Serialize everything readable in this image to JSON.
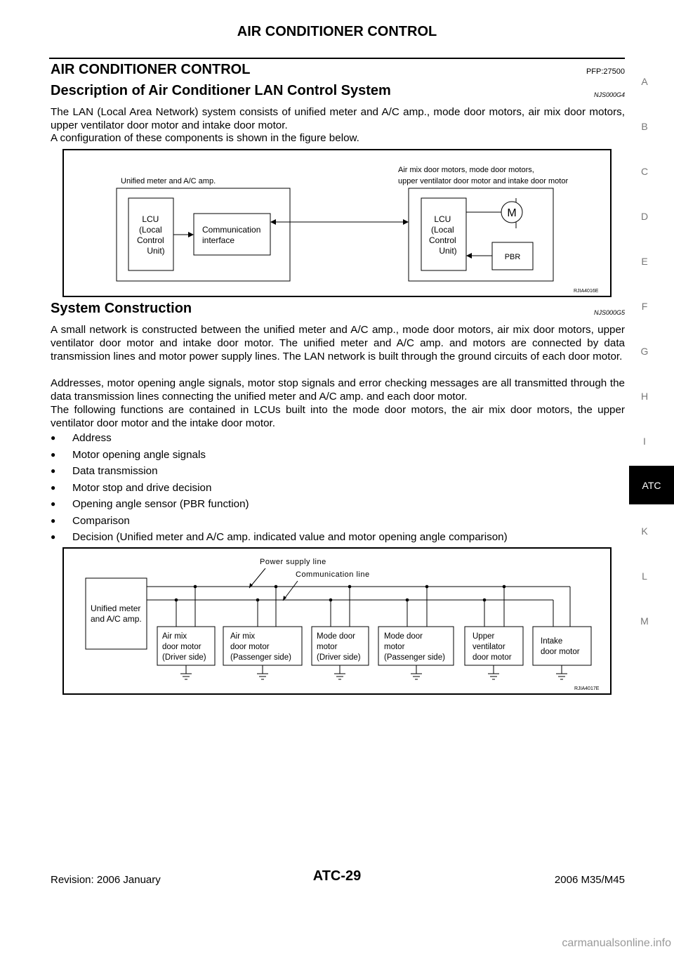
{
  "header": {
    "title": "AIR CONDITIONER CONTROL"
  },
  "section": {
    "title": "AIR CONDITIONER CONTROL",
    "code": "PFP:27500"
  },
  "description": {
    "title": "Description of Air Conditioner LAN Control System",
    "code": "NJS000G4",
    "paragraphs": [
      "The LAN (Local Area Network) system consists of unified meter and A/C amp., mode door motors, air mix door motors, upper ventilator door motor and intake door motor.",
      "A configuration of these components is shown in the figure below."
    ]
  },
  "figure1": {
    "unit_label": "Unified meter and A/C amp.",
    "motors_label_line1": "Air mix door motors, mode door motors,",
    "motors_label_line2": "upper ventilator door motor and intake door motor",
    "lcu_lines": [
      "LCU",
      "(Local",
      "Control",
      "Unit)"
    ],
    "comm_lines": [
      "Communication",
      "interface"
    ],
    "motor_symbol": "M",
    "pbr_label": "PBR",
    "code": "RJIA4016E"
  },
  "construction": {
    "title": "System Construction",
    "code": "NJS000G5",
    "paragraphs": [
      "A small network is constructed between the unified meter and A/C amp., mode door motors, air mix door motors, upper ventilator door motor and intake door motor. The unified meter and A/C amp. and motors are connected by data transmission lines and motor power supply lines. The LAN network is built through the ground circuits of each door motor.",
      "Addresses, motor opening angle signals, motor stop signals and error checking messages are all transmitted through the data transmission lines connecting the unified meter and A/C amp. and each door motor.",
      "The following functions are contained in LCUs built into the mode door motors, the air mix door motors, the upper ventilator door motor and the intake door motor."
    ],
    "bullets": [
      "Address",
      "Motor opening angle signals",
      "Data transmission",
      "Motor stop and drive decision",
      "Opening angle sensor (PBR function)",
      "Comparison",
      "Decision (Unified meter and A/C amp. indicated value and motor opening angle comparison)"
    ]
  },
  "figure2": {
    "power_label": "Power supply line",
    "comm_label": "Communication line",
    "unit_lines": [
      "Unified meter",
      "and A/C amp."
    ],
    "motors": [
      [
        "Air mix",
        "door motor",
        "(Driver side)"
      ],
      [
        "Air mix",
        "door motor",
        "(Passenger side)"
      ],
      [
        "Mode door",
        "motor",
        "(Driver side)"
      ],
      [
        "Mode door",
        "motor",
        "(Passenger side)"
      ],
      [
        "Upper",
        "ventilator",
        "door motor"
      ],
      [
        "Intake",
        "door motor"
      ]
    ],
    "code": "RJIA4017E"
  },
  "side_tabs": [
    "A",
    "B",
    "C",
    "D",
    "E",
    "F",
    "G",
    "H",
    "I",
    "K",
    "L",
    "M"
  ],
  "side_active": "ATC",
  "footer": {
    "revision": "Revision: 2006 January",
    "page": "ATC-29",
    "model": "2006 M35/M45"
  },
  "watermark": "carmanualsonline.info"
}
